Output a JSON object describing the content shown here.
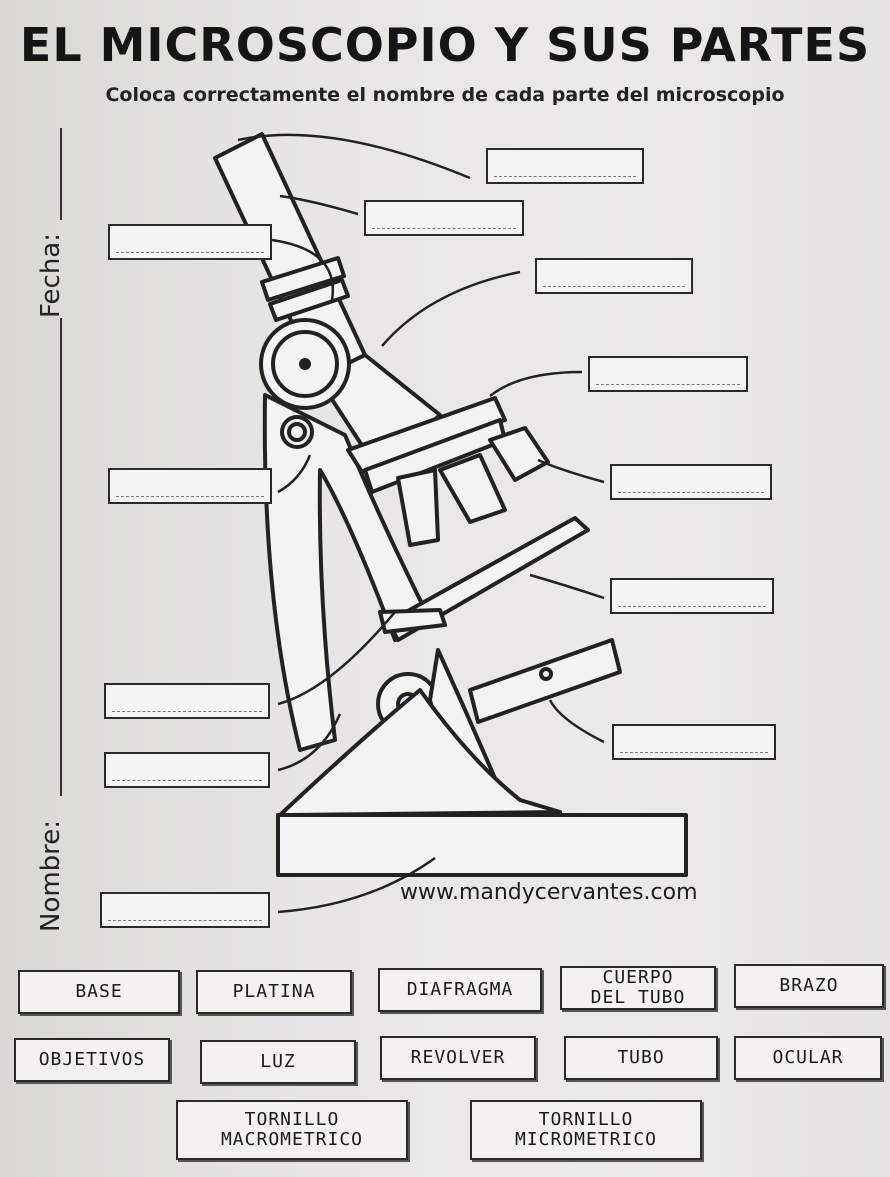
{
  "header": {
    "title": "EL MICROSCOPIO Y SUS PARTES",
    "subtitle": "Coloca correctamente el nombre de cada parte del microscopio"
  },
  "student": {
    "date_label": "Fecha:",
    "name_label": "Nombre:"
  },
  "credit": "www.mandycervantes.com",
  "word_bank": [
    "BASE",
    "PLATINA",
    "DIAFRAGMA",
    "CUERPO DEL TUBO",
    "BRAZO",
    "OBJETIVOS",
    "LUZ",
    "REVOLVER",
    "TUBO",
    "OCULAR",
    "TORNILLO MACROMETRICO",
    "TORNILLO MICROMETRICO"
  ],
  "icons": [
    "microscope-illustration",
    "arrow-icon"
  ]
}
